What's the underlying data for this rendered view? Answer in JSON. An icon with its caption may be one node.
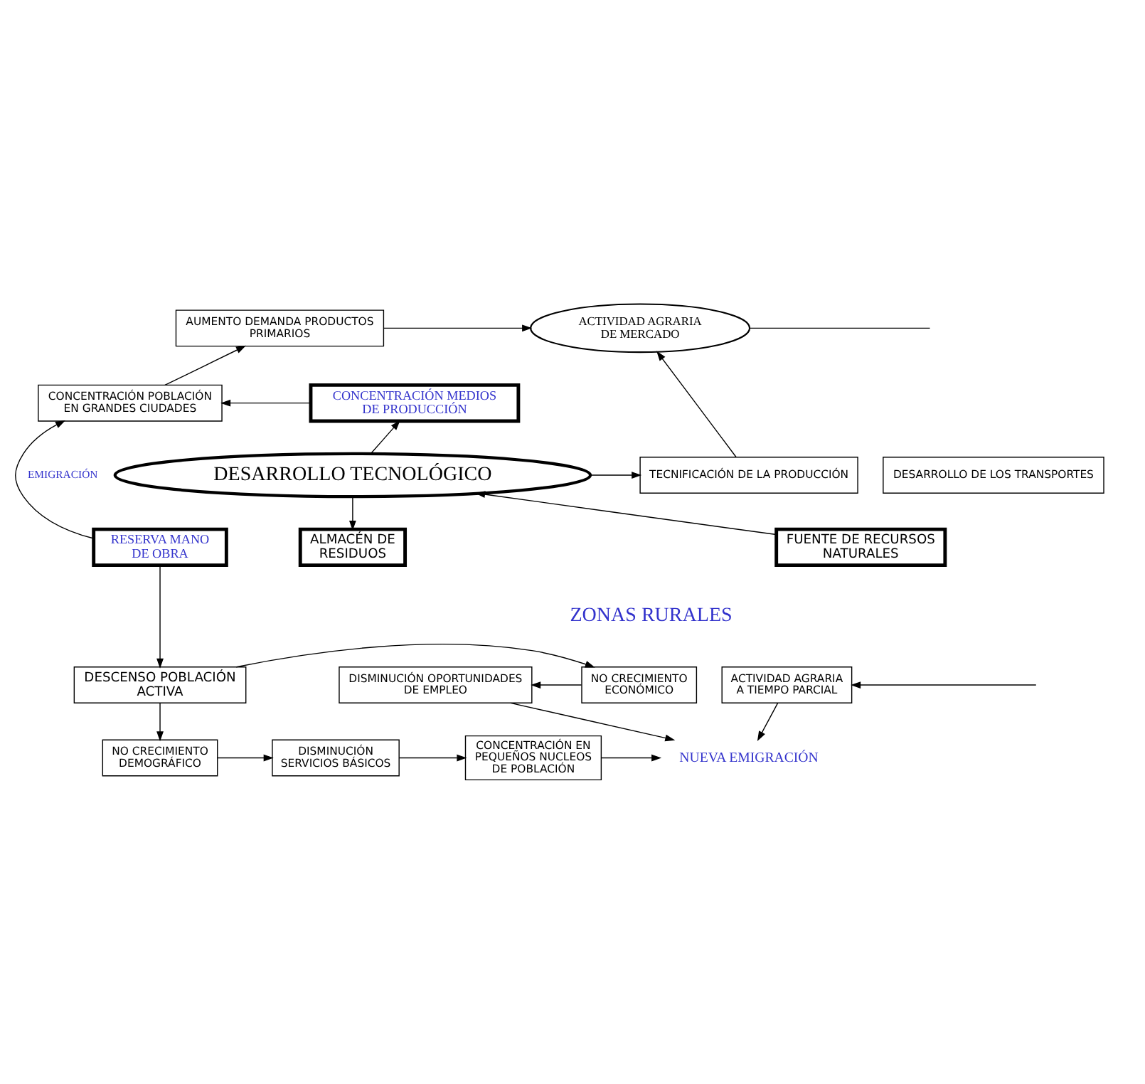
{
  "diagram": {
    "nodes": [
      {
        "text": [
          "AUMENTO DEMANDA PRODUCTOS PRIMARIOS"
        ]
      },
      {
        "text": [
          "ACTIVIDAD AGRARIA DE MERCADO"
        ]
      },
      {
        "text": [
          "CONCENTRACIÓN POBLACIÓN EN GRANDES CIUDADES"
        ]
      },
      {
        "text": [
          "CONCENTRACIÓN MEDIOS DE PRODUCCIÓN"
        ]
      },
      {
        "text": [
          "DESARROLLO TECNOLÓGICO"
        ]
      },
      {
        "text": [
          "TECNIFICACIÓN DE LA PRODUCCIÓN"
        ]
      },
      {
        "text": [
          "DESARROLLO DE LOS TRANSPORTES"
        ]
      },
      {
        "text": [
          "RESERVA MANO DE OBRA"
        ]
      },
      {
        "text": [
          "FUENTE DE RECURSOS NATURALES"
        ]
      },
      {
        "text": [
          "ALMACÉN DE RESIDUOS"
        ]
      },
      {
        "text": [
          "DESCENSO POBLACIÓN ACTIVA"
        ]
      },
      {
        "text": [
          "NO CRECIMIENTO ECONÓMICO"
        ]
      },
      {
        "text": [
          "DISMINUCIÓN OPORTUNIDADES DE EMPLEO"
        ]
      },
      {
        "text": [
          "ACTIVIDAD AGRARIA A TIEMPO PARCIAL"
        ]
      },
      {
        "text": [
          "NO CRECIMIENTO DEMOGRÁFICO"
        ]
      },
      {
        "text": [
          "DISMINUCIÓN SERVICIOS BÁSICOS"
        ]
      },
      {
        "text": [
          "CONCENTRACIÓN EN PEQUEÑOS NUCLEOS DE POBLACIÓN"
        ]
      },
      {
        "text": [
          "NUEVA EMIGRACIÓN"
        ]
      }
    ],
    "edges": [
      {
        "from": 0,
        "to": 1,
        "arrow": "to"
      },
      {
        "from": 1,
        "to": null,
        "arrow": "none"
      },
      {
        "from": 2,
        "to": 0,
        "arrow": "to"
      },
      {
        "from": 3,
        "to": 2,
        "arrow": "to"
      },
      {
        "from": 4,
        "to": 3,
        "arrow": "to"
      },
      {
        "from": 4,
        "to": 5,
        "arrow": "to"
      },
      {
        "from": 5,
        "to": 1,
        "arrow": "to"
      },
      {
        "from": 4,
        "to": 9,
        "arrow": "to"
      },
      {
        "from": 8,
        "to": 4,
        "arrow": "to"
      },
      {
        "from": 7,
        "to": 2,
        "arrow": "to",
        "label": "EMIGRACIÓN"
      },
      {
        "from": 7,
        "to": 10,
        "arrow": "to"
      },
      {
        "from": 10,
        "to": 11,
        "arrow": "to"
      },
      {
        "from": 11,
        "to": 12,
        "arrow": "to"
      },
      {
        "from": null,
        "to": 13,
        "arrow": "to"
      },
      {
        "from": 10,
        "to": 14,
        "arrow": "to"
      },
      {
        "from": 14,
        "to": 15,
        "arrow": "to"
      },
      {
        "from": 15,
        "to": 16,
        "arrow": "to"
      },
      {
        "from": 16,
        "to": 17,
        "arrow": "to"
      },
      {
        "from": 12,
        "to": 17,
        "arrow": "to"
      },
      {
        "from": 13,
        "to": 17,
        "arrow": "to"
      }
    ],
    "labels": [
      "ZONAS RURALES"
    ]
  }
}
